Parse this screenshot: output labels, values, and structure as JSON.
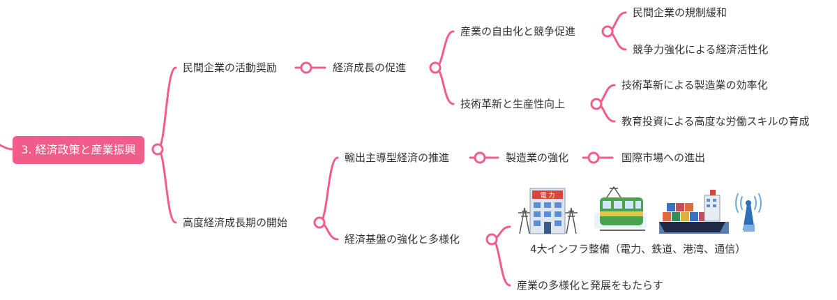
{
  "root": "3. 経済政策と産業振興",
  "level1": {
    "a": "民間企業の活動奨励",
    "b": "高度経済成長期の開始"
  },
  "level2": {
    "a1": "経済成長の促進",
    "b1": "輸出主導型経済の推進",
    "b2": "経済基盤の強化と多様化"
  },
  "level3": {
    "a1x": "産業の自由化と競争促進",
    "a1y": "技術革新と生産性向上",
    "b1x": "製造業の強化",
    "b2y": "産業の多様化と発展をもたらす"
  },
  "level4": {
    "a1x1": "民間企業の規制緩和",
    "a1x2": "競争力強化による経済活性化",
    "a1y1": "技術革新による製造業の効率化",
    "a1y2": "教育投資による高度な労働スキルの育成",
    "b1x1": "国際市場への進出"
  },
  "infra": {
    "caption": "4大インフラ整備（電力、鉄道、港湾、通信）",
    "power_sign": "電 力"
  },
  "colors": {
    "accent": "#f25c8a",
    "text": "#333333"
  }
}
